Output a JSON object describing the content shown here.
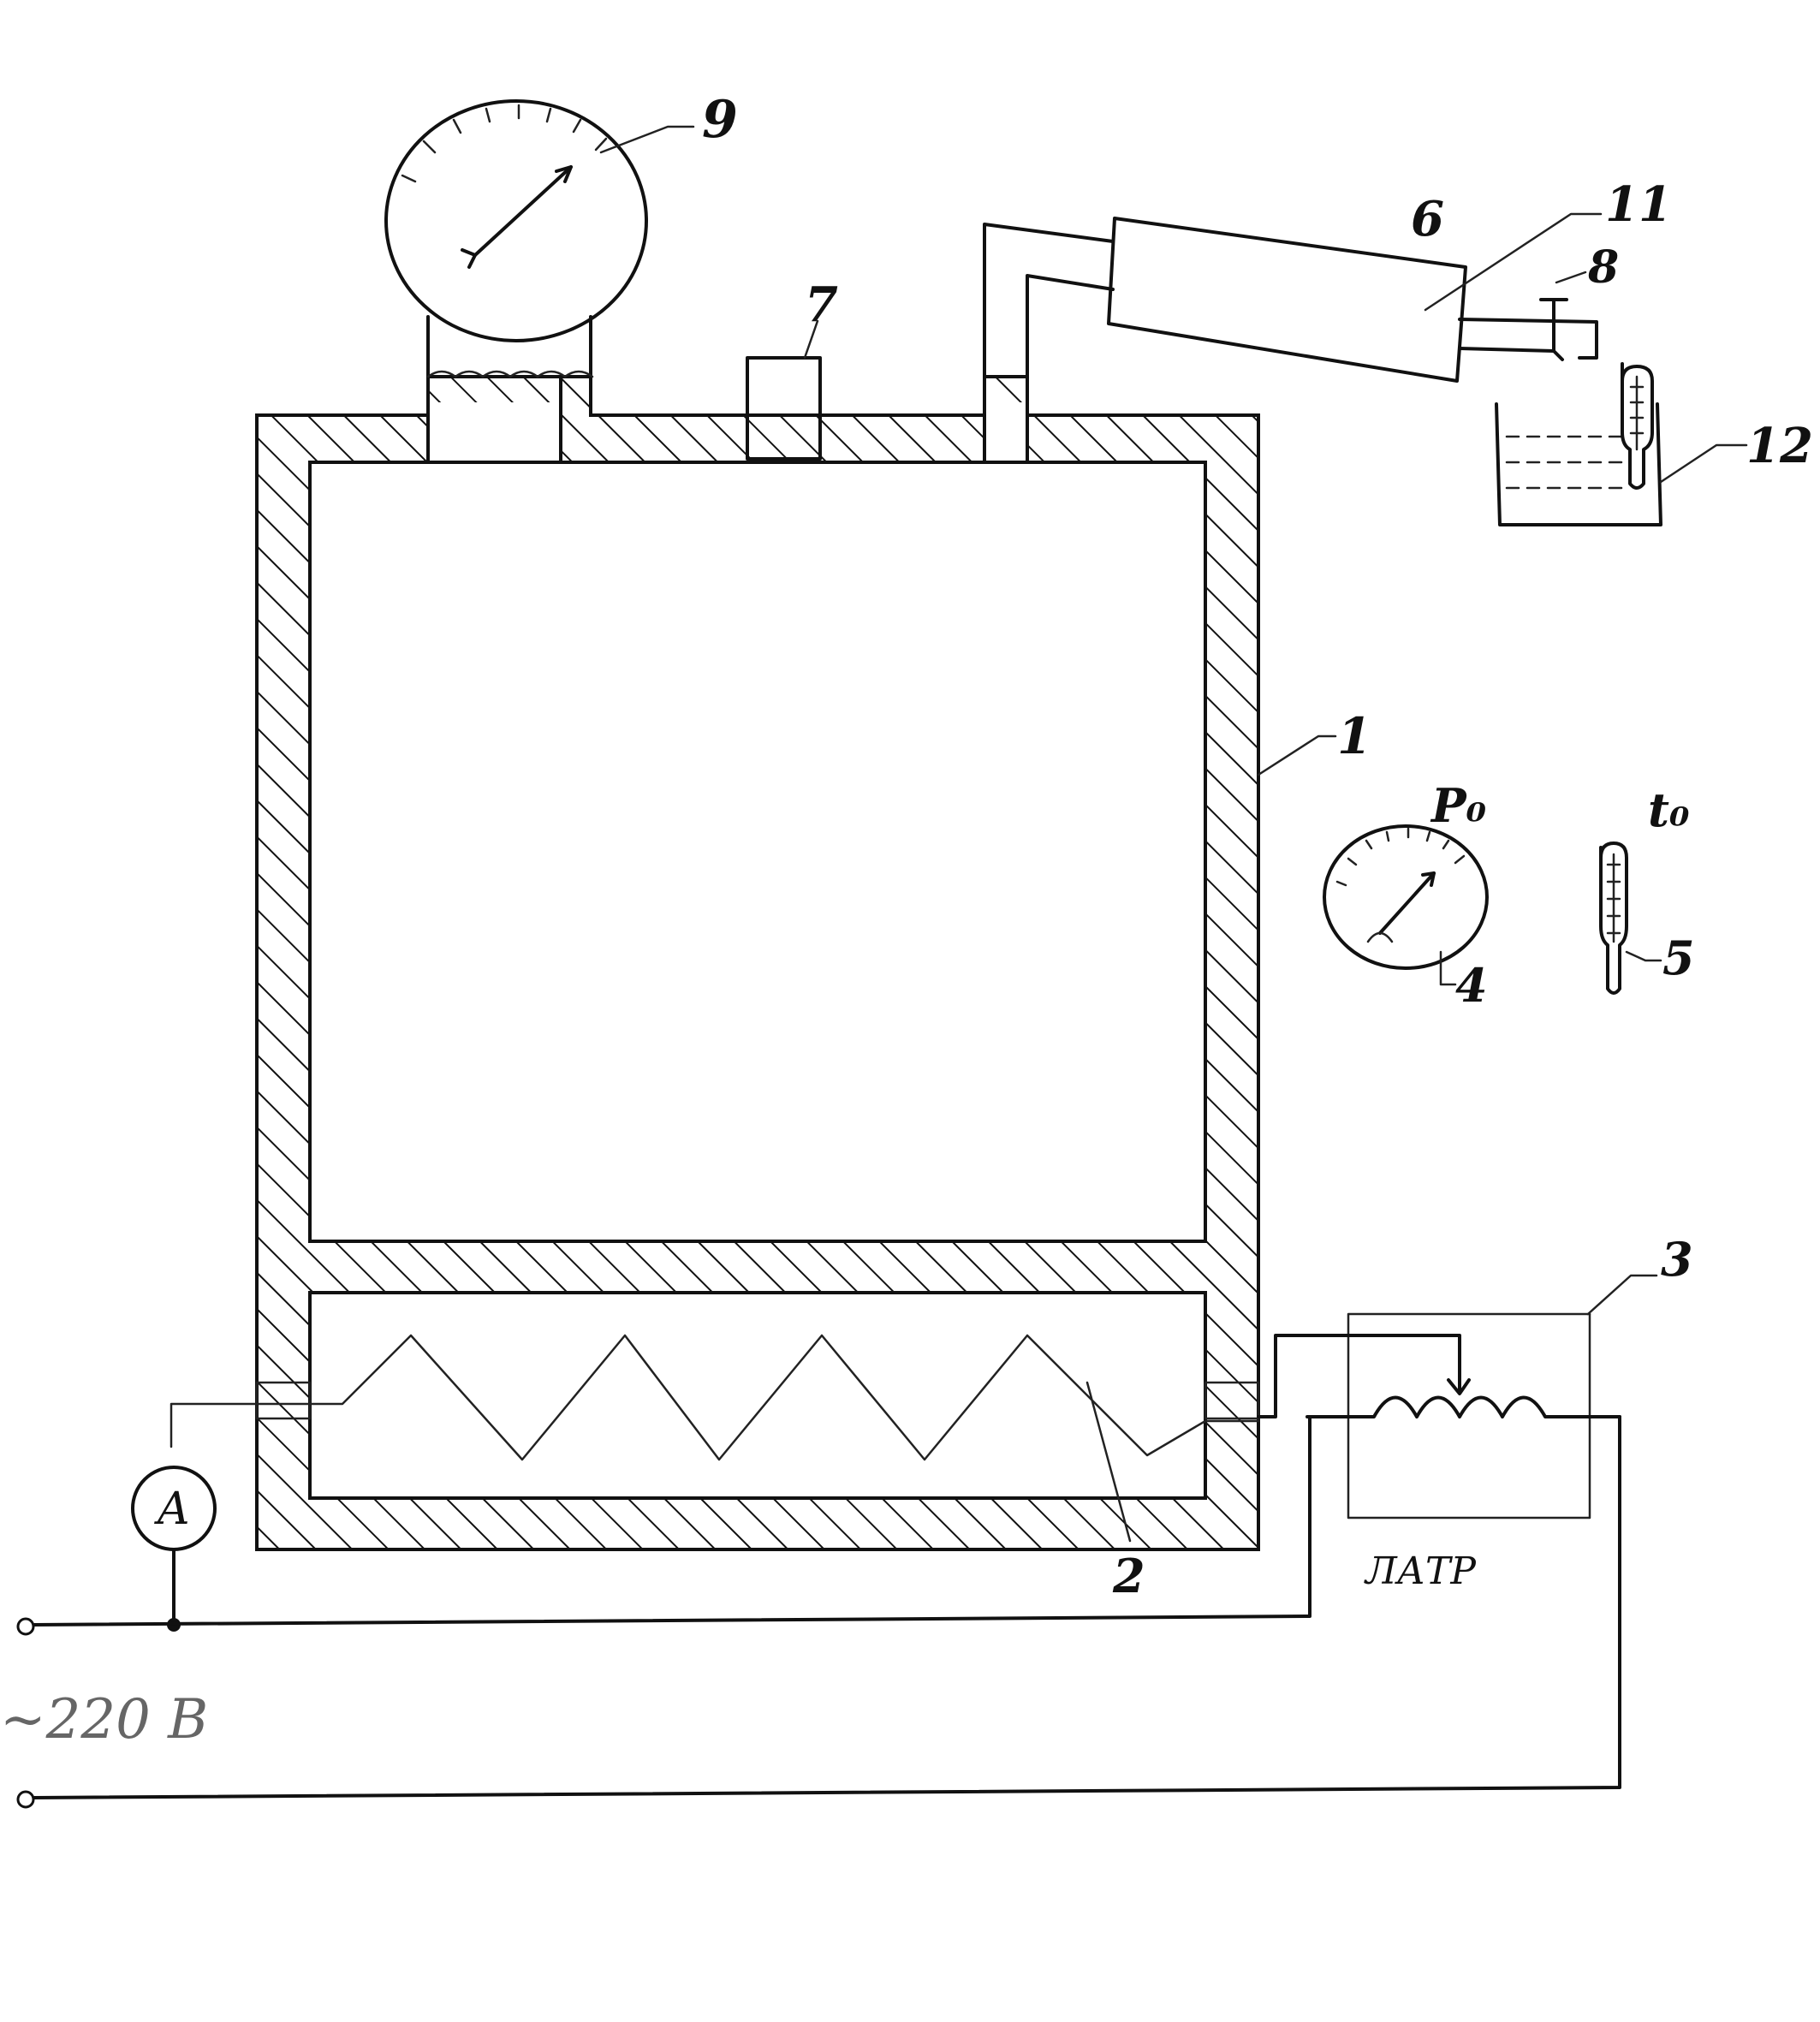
{
  "diagram": {
    "callouts": {
      "vessel": "1",
      "heater": "2",
      "autotransformer": "3",
      "barometer": "4",
      "thermometer": "5",
      "condenser": "6",
      "valve_7": "7",
      "valve_8": "8",
      "manometer": "9",
      "tube": "11",
      "beaker": "12"
    },
    "symbols": {
      "ambient_pressure": "P₀",
      "ambient_temperature": "t₀",
      "ammeter": "A"
    },
    "labels": {
      "latr": "ЛАТР",
      "supply_voltage": "~220 В"
    }
  }
}
